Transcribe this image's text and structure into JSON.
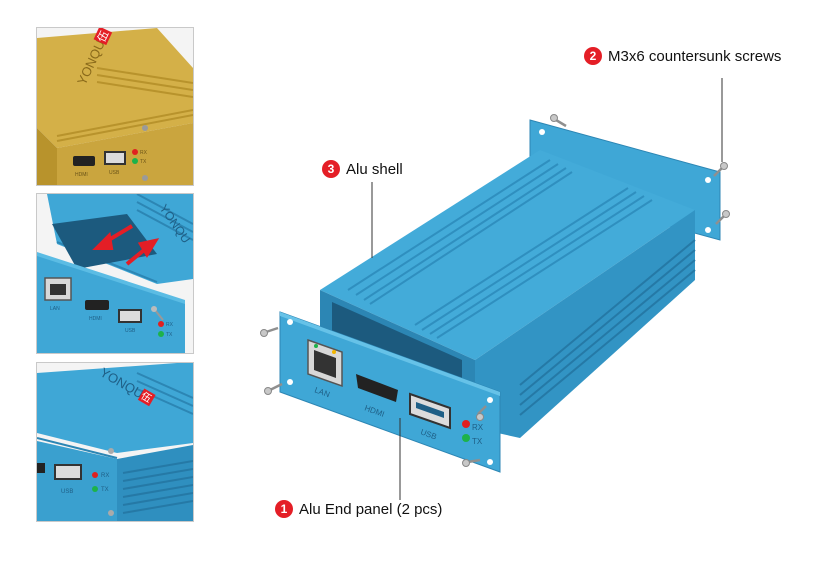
{
  "callouts": [
    {
      "number": "1",
      "label": "Alu End panel (2 pcs)"
    },
    {
      "number": "2",
      "label": "M3x6 countersunk screws"
    },
    {
      "number": "3",
      "label": "Alu shell"
    }
  ],
  "brand": {
    "logo_text": "YONQU",
    "logo_mark": "伍"
  },
  "ports": {
    "lan": "LAN",
    "hdmi": "HDMI",
    "usb": "USB",
    "rx": "RX",
    "tx": "TX"
  },
  "colors": {
    "shell_blue": "#3fa7d6",
    "shell_blue_dark": "#2c86b4",
    "shell_gold": "#d4b048",
    "badge_red": "#e41e26",
    "led_red": "#e02020",
    "led_green": "#1db24a"
  },
  "icons": [
    "screw-icon",
    "arrow-icon",
    "ethernet-port-icon",
    "hdmi-port-icon",
    "usb-port-icon"
  ]
}
